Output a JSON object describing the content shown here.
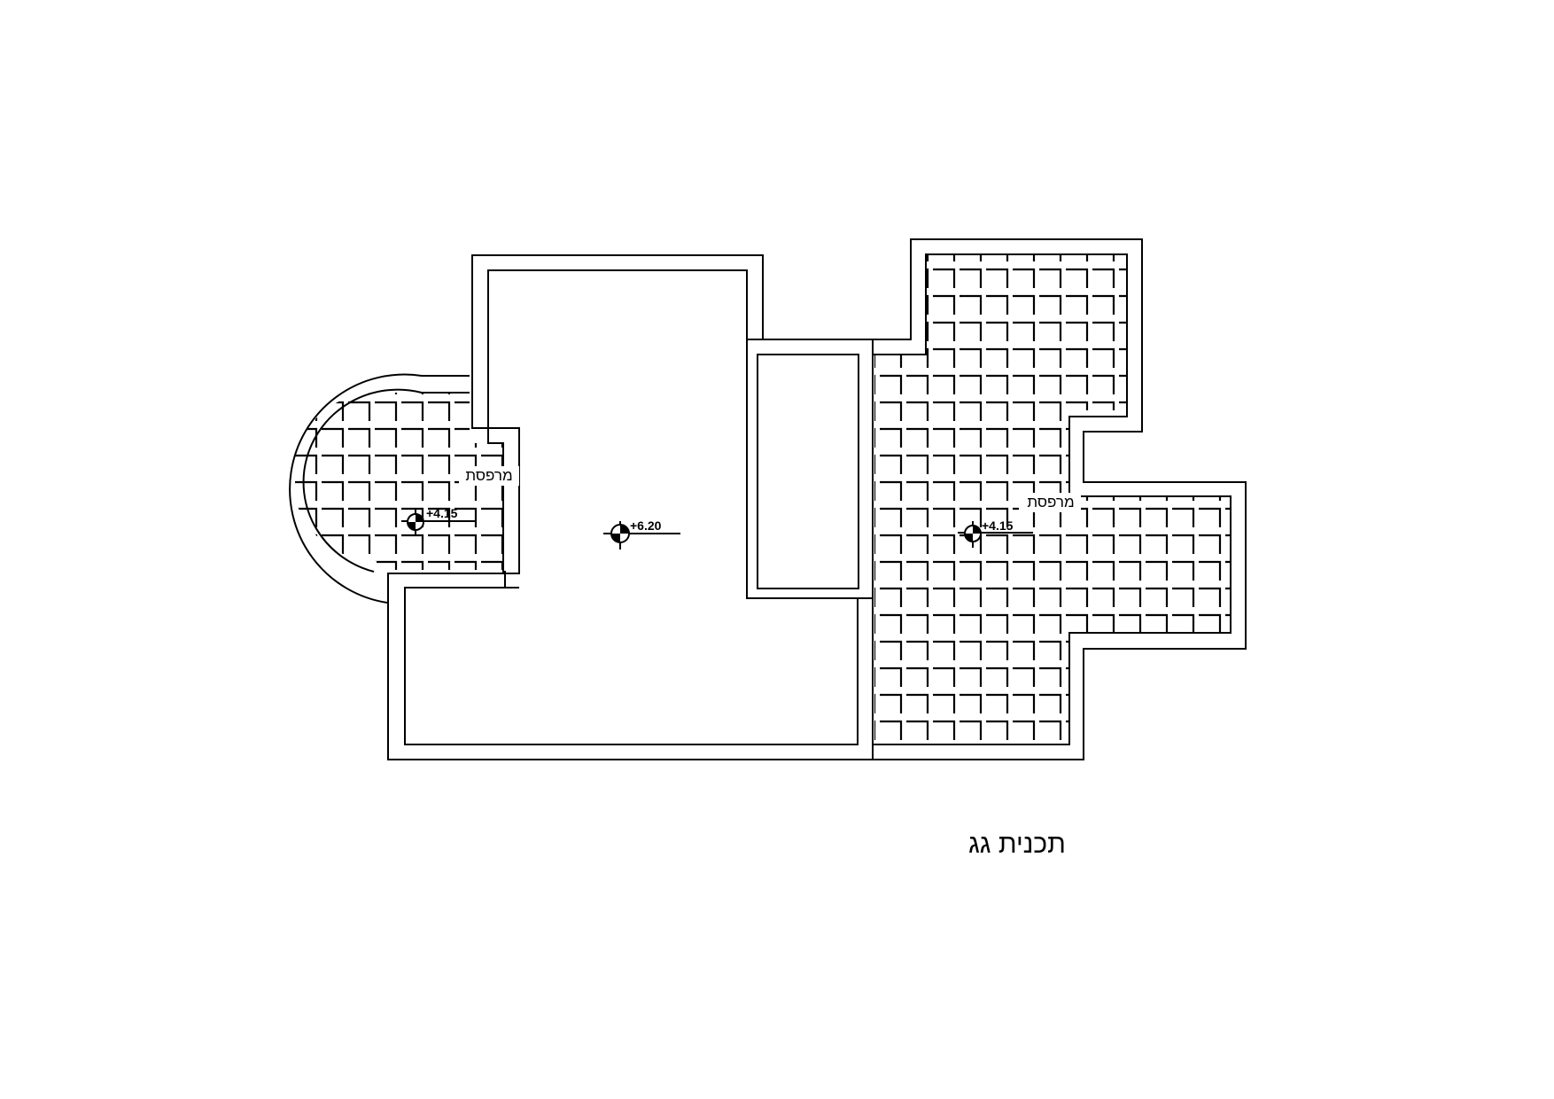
{
  "drawing": {
    "title": "תכנית גג",
    "rooms": [
      {
        "id": "balcony-west",
        "label": "מרפסת",
        "level": "+4.15"
      },
      {
        "id": "roof-main",
        "label": "",
        "level": "+6.20"
      },
      {
        "id": "balcony-east",
        "label": "מרפסת",
        "level": "+4.15"
      }
    ]
  },
  "colors": {
    "line": "#000000",
    "background": "#ffffff"
  }
}
